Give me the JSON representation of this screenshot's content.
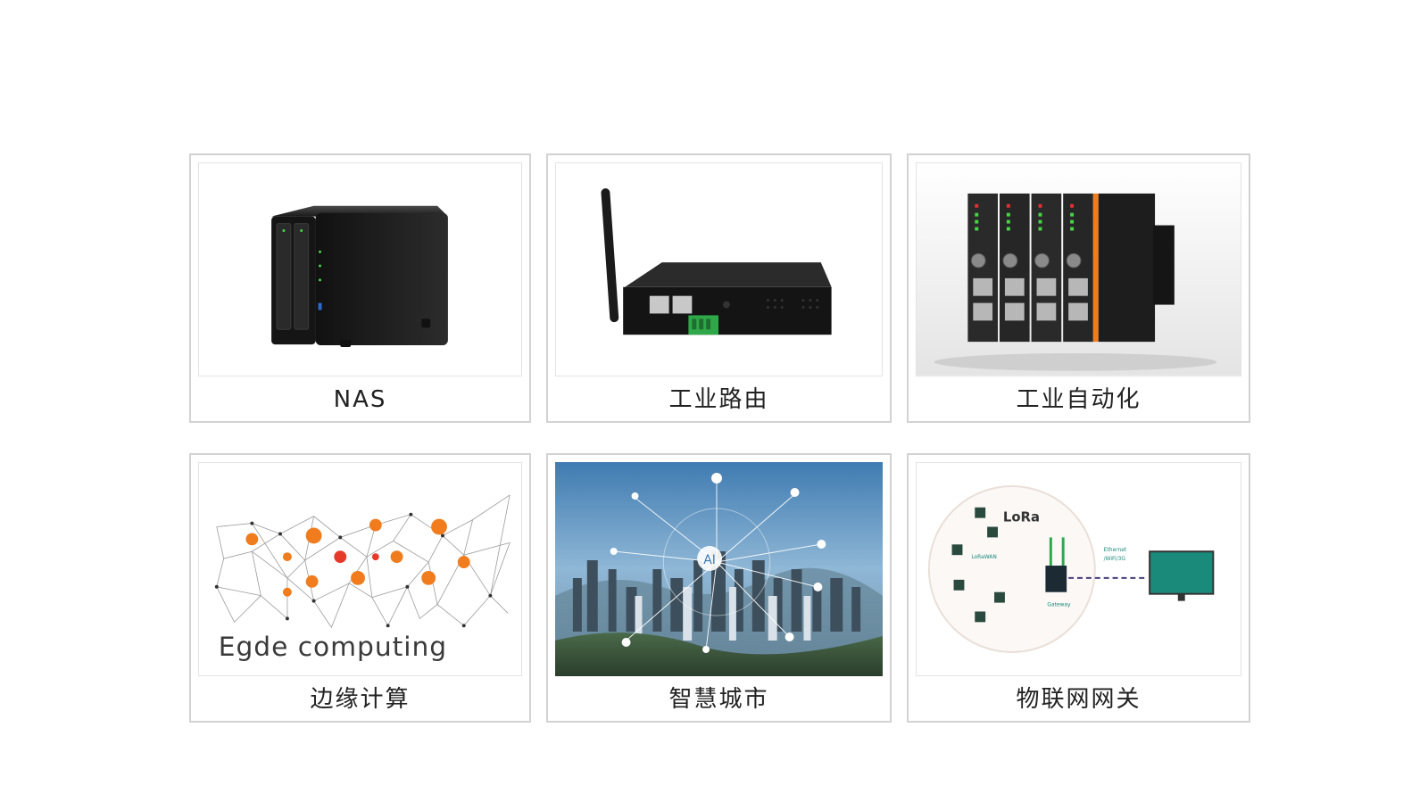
{
  "cards": [
    {
      "caption": "NAS",
      "image": "nas-device-photo"
    },
    {
      "caption": "工业路由",
      "image": "industrial-router-photo"
    },
    {
      "caption": "工业自动化",
      "image": "industrial-automation-module-photo"
    },
    {
      "caption": "边缘计算",
      "image": "edge-computing-illustration",
      "art_text": "Egde computing"
    },
    {
      "caption": "智慧城市",
      "image": "smart-city-illustration",
      "art_text": "AI"
    },
    {
      "caption": "物联网网关",
      "image": "iot-gateway-diagram",
      "art_text": [
        "LoRa",
        "Ethernet",
        "/WiFi/3G",
        "LoRaWAN",
        "Gateway"
      ]
    }
  ],
  "colors": {
    "card_border": "#d2d2d2",
    "caption_text": "#222222",
    "accent_orange": "#f07c1e",
    "iot_teal": "#1a8a7a"
  }
}
